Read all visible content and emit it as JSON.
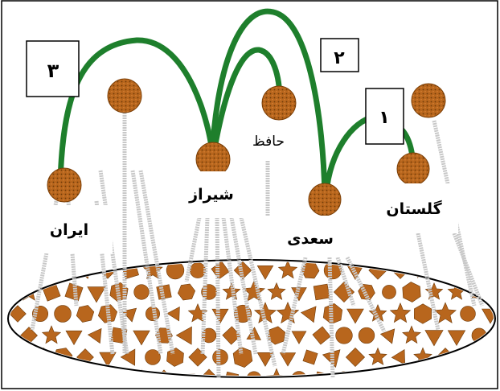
{
  "diagram": {
    "labels": {
      "iran": "ایران",
      "shiraz": "شیراز",
      "hafez": "حافظ",
      "saadi": "سعدی",
      "golestan": "گلستان"
    },
    "numbers": {
      "one": "١",
      "two": "٢",
      "three": "٣"
    },
    "colors": {
      "node": "#b8661d",
      "node_dots": "#6e3a08",
      "edge": "#1e7f2c",
      "pin": "#c8c8c8",
      "ellipse_bg": "#ffffff",
      "shape_fill": "#b8661d",
      "frame": "#000000"
    }
  }
}
